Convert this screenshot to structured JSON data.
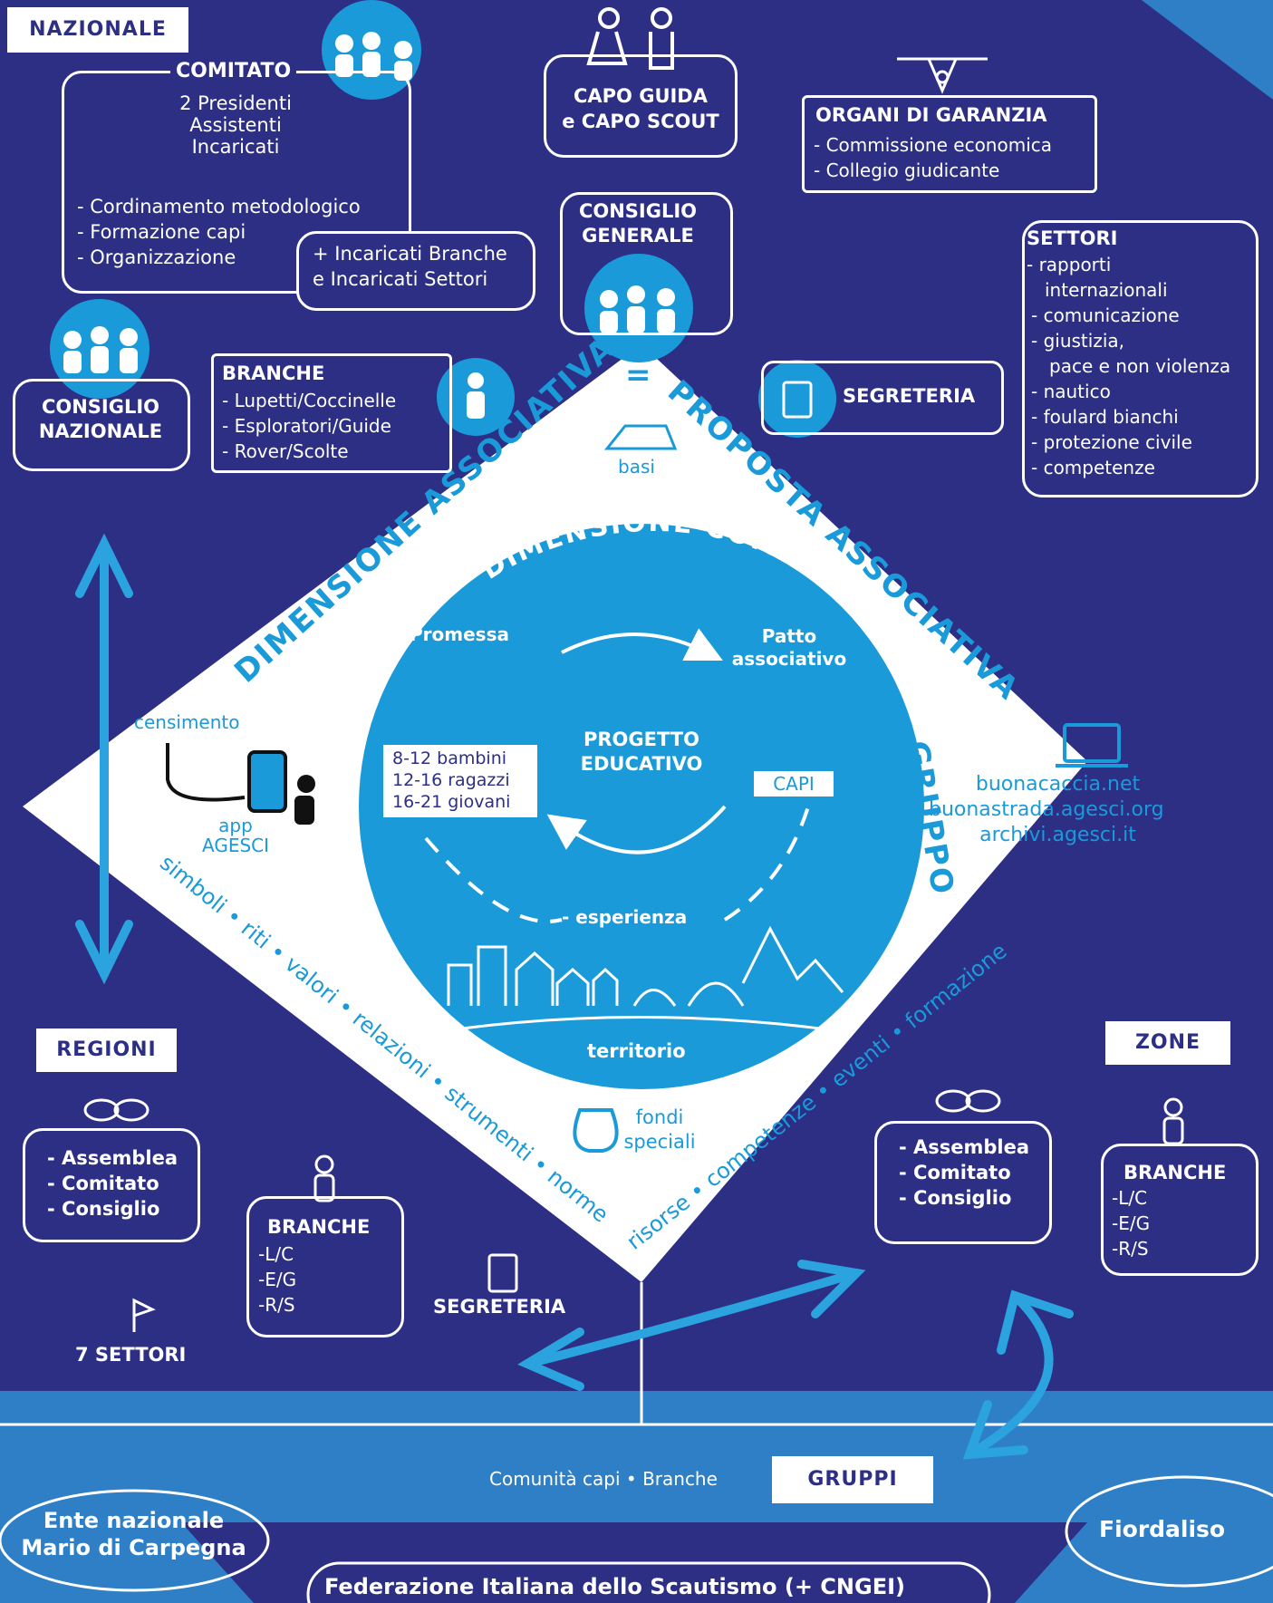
{
  "colors": {
    "navy": "#2d2f85",
    "cyan": "#1a9ad9",
    "light_blue": "#2f7fc6",
    "white": "#ffffff"
  },
  "nazionale": {
    "tag": "NAZIONALE"
  },
  "comitato": {
    "title": "COMITATO",
    "members": [
      "2 Presidenti",
      "Assistenti",
      "Incaricati"
    ],
    "tasks": [
      "- Cordinamento metodologico",
      "- Formazione capi",
      "- Organizzazione"
    ],
    "extra": [
      "+ Incaricati Branche",
      "e Incaricati Settori"
    ]
  },
  "capo_guida": {
    "lines": [
      "CAPO GUIDA",
      "e CAPO SCOUT"
    ]
  },
  "organi_garanzia": {
    "title": "ORGANI DI GARANZIA",
    "items": [
      "- Commissione economica",
      "- Collegio giudicante"
    ]
  },
  "consiglio_generale": {
    "lines": [
      "CONSIGLIO",
      "GENERALE"
    ]
  },
  "settori": {
    "title": "SETTORI",
    "items": [
      "- rapporti",
      "internazionali",
      "- comunicazione",
      "- giustizia,",
      "pace e non violenza",
      "- nautico",
      "- foulard bianchi",
      "- protezione civile",
      "- competenze"
    ]
  },
  "consiglio_nazionale": {
    "lines": [
      "CONSIGLIO",
      "NAZIONALE"
    ]
  },
  "branche_naz": {
    "title": "BRANCHE",
    "items": [
      "- Lupetti/Coccinelle",
      "- Esploratori/Guide",
      "- Rover/Scolte"
    ]
  },
  "segreteria_naz": {
    "label": "SEGRETERIA"
  },
  "diamond": {
    "left_title": "DIMENSIONE ASSOCIATIVA",
    "eq1": "=",
    "right_title": "PROPOSTA ASSOCIATIVA",
    "basi": "basi",
    "censimento": "censimento",
    "app": [
      "app",
      "AGESCI"
    ],
    "links": [
      "buonacaccia.net",
      "buonastrada.agesci.org",
      "archivi.agesci.it"
    ],
    "bottom_left": [
      "simboli",
      "riti",
      "valori",
      "relazioni",
      "strumenti",
      "norme"
    ],
    "bottom_right": [
      "risorse",
      "competenze",
      "eventi",
      "formazione"
    ],
    "fondi": [
      "fondi",
      "speciali"
    ]
  },
  "circle": {
    "arc_title": "DIMENSIONE COMUNITARIA",
    "eq2": "=",
    "gruppo": "GRUPPO",
    "promessa": "Promessa",
    "patto": [
      "Patto",
      "associativo"
    ],
    "progetto": [
      "PROGETTO",
      "EDUCATIVO"
    ],
    "ages": [
      "8-12 bambini",
      "12-16 ragazzi",
      "16-21 giovani"
    ],
    "capi": "CAPI",
    "esperienza": "- esperienza",
    "territorio": "territorio"
  },
  "regioni": {
    "tag": "REGIONI",
    "organi": [
      "- Assemblea",
      "- Comitato",
      "- Consiglio"
    ],
    "branche_title": "BRANCHE",
    "branche": [
      "-L/C",
      "-E/G",
      "-R/S"
    ],
    "segreteria": "SEGRETERIA",
    "settori": "7 SETTORI"
  },
  "zone": {
    "tag": "ZONE",
    "organi": [
      "- Assemblea",
      "- Comitato",
      "- Consiglio"
    ],
    "branche_title": "BRANCHE",
    "branche": [
      "-L/C",
      "-E/G",
      "-R/S"
    ]
  },
  "gruppi": {
    "tag": "GRUPPI",
    "subtitle": "Comunità capi • Branche"
  },
  "footer": {
    "ente": [
      "Ente nazionale",
      "Mario di Carpegna"
    ],
    "fiordaliso": "Fiordaliso",
    "federazione": "Federazione Italiana dello Scautismo (+ CNGEI)"
  }
}
